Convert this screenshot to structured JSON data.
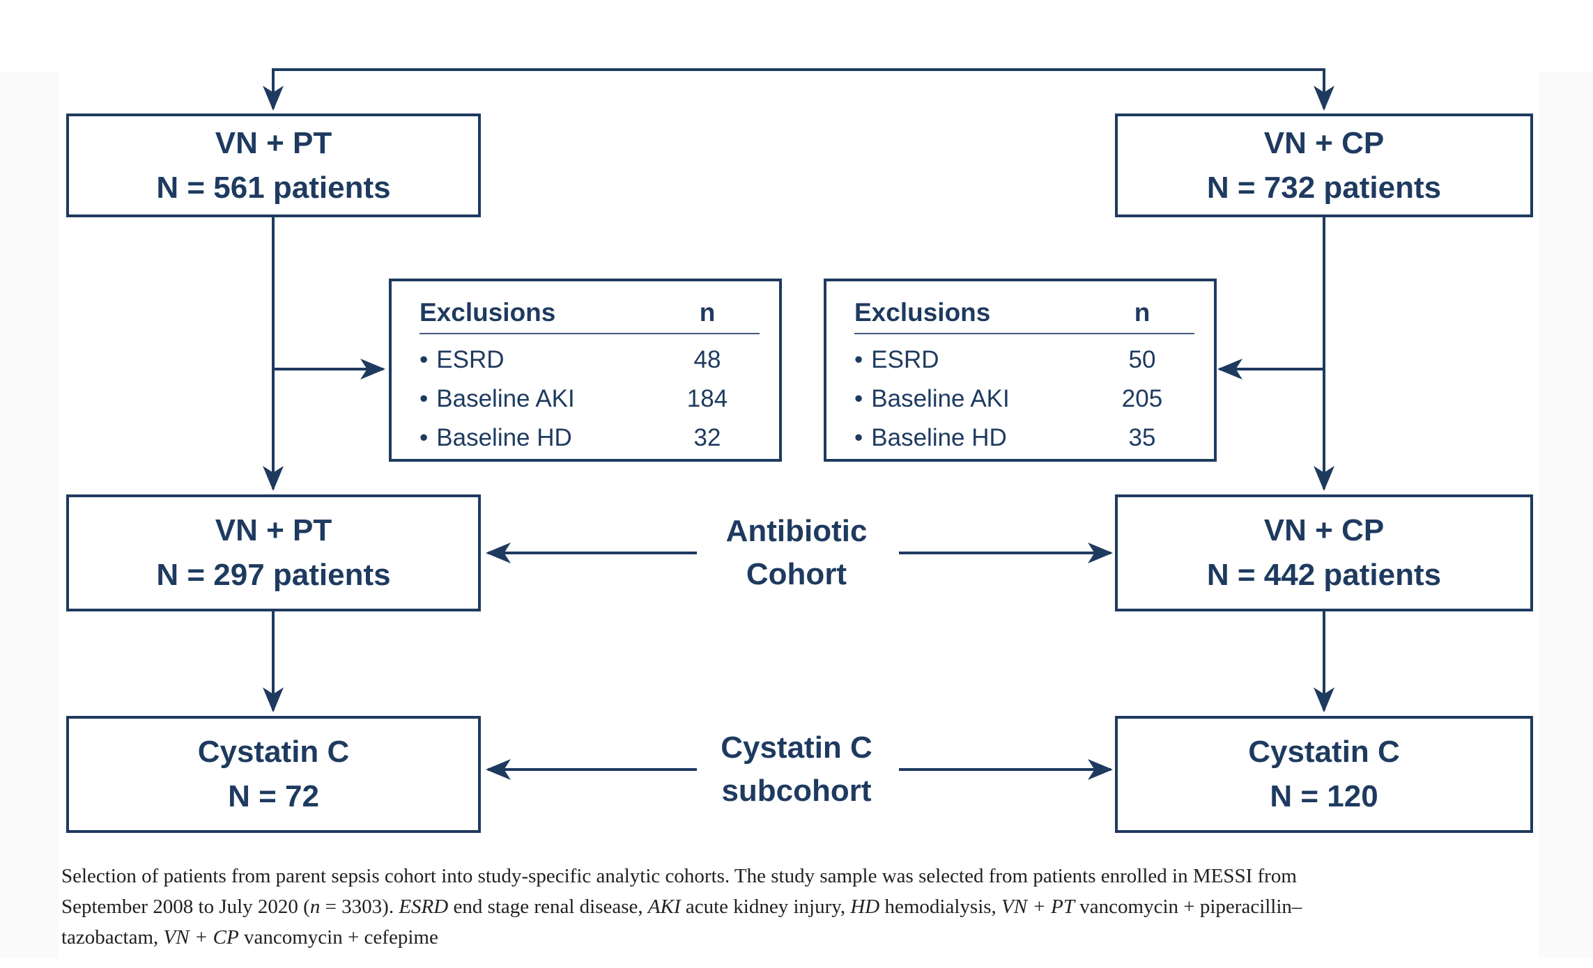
{
  "colors": {
    "navy": "#1e3a5f",
    "caption_text": "#212121",
    "page_margin_gray": "#fafafa",
    "rule": "#44597e",
    "background": "#ffffff"
  },
  "diagram": {
    "bullet": "•",
    "top_left_box": {
      "line1": "VN + PT",
      "line2": "N = 561 patients"
    },
    "top_right_box": {
      "line1": "VN + CP",
      "line2": "N = 732 patients"
    },
    "exclusions_left": {
      "header": "Exclusions",
      "n_header": "n",
      "items": [
        {
          "label": "ESRD",
          "n": "48"
        },
        {
          "label": "Baseline AKI",
          "n": "184"
        },
        {
          "label": "Baseline HD",
          "n": "32"
        }
      ]
    },
    "exclusions_right": {
      "header": "Exclusions",
      "n_header": "n",
      "items": [
        {
          "label": "ESRD",
          "n": "50"
        },
        {
          "label": "Baseline AKI",
          "n": "205"
        },
        {
          "label": "Baseline HD",
          "n": "35"
        }
      ]
    },
    "mid_left_box": {
      "line1": "VN + PT",
      "line2": "N = 297 patients"
    },
    "mid_right_box": {
      "line1": "VN + CP",
      "line2": "N = 442 patients"
    },
    "antibiotic_label": {
      "line1": "Antibiotic",
      "line2": "Cohort"
    },
    "bottom_left_box": {
      "line1": "Cystatin C",
      "line2": "N = 72"
    },
    "bottom_right_box": {
      "line1": "Cystatin C",
      "line2": "N = 120"
    },
    "cystatin_label": {
      "line1": "Cystatin C",
      "line2": "subcohort"
    }
  },
  "caption": {
    "lines": [
      [
        {
          "t": "Selection of patients from parent sepsis cohort into study-specific analytic cohorts. The study sample was selected from patients enrolled in MESSI from"
        }
      ],
      [
        {
          "t": "September 2008 to July 2020 ("
        },
        {
          "t": "n",
          "i": true
        },
        {
          "t": " = 3303). "
        },
        {
          "t": "ESRD",
          "i": true
        },
        {
          "t": " end stage renal disease, "
        },
        {
          "t": "AKI",
          "i": true
        },
        {
          "t": " acute kidney injury, "
        },
        {
          "t": "HD",
          "i": true
        },
        {
          "t": " hemodialysis, "
        },
        {
          "t": "VN + PT",
          "i": true
        },
        {
          "t": " vancomycin + piperacillin–"
        }
      ],
      [
        {
          "t": "tazobactam, "
        },
        {
          "t": "VN + CP",
          "i": true
        },
        {
          "t": " vancomycin + cefepime"
        }
      ]
    ]
  }
}
